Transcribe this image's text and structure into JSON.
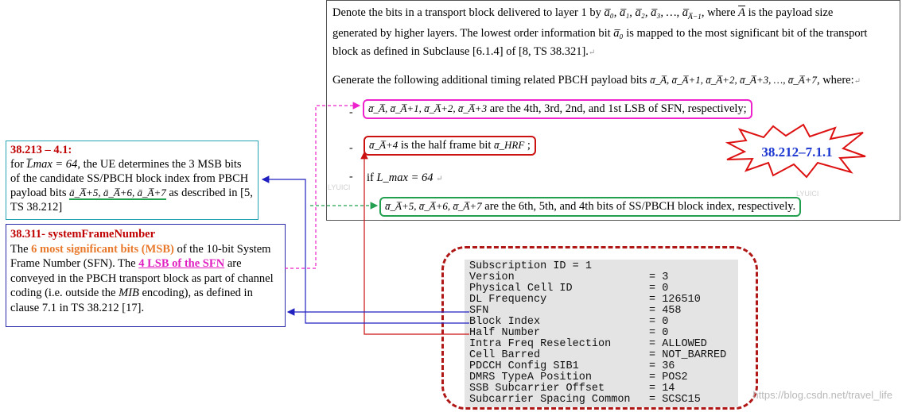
{
  "spec": {
    "p1_l1a": "Denote the bits in a transport block delivered to layer 1 by",
    "p1_seq": "a̅₀, a̅₁, a̅₂, a̅₃, …, a̅",
    "p1_seq_sub": "A̅−1",
    "p1_l1b": ", where",
    "p1_Abar": "A",
    "p1_l1c": "is the payload size",
    "p1_l2a": "generated by higher layers. The lowest order information bit",
    "p1_a0": "a̅₀",
    "p1_l2b": "is mapped to the most significant bit of the transport",
    "p1_l3": "block as defined in Subclause [6.1.4] of [8, TS 38.321].",
    "p2_a": "Generate the following additional timing related PBCH payload bits",
    "p2_seq": "a̅_A̅, a̅_A̅+1, a̅_A̅+2, a̅_A̅+3, …, a̅_A̅+7",
    "p2_b": ", where:",
    "item_sfn_bits": "a̅_A̅, a̅_A̅+1, a̅_A̅+2, a̅_A̅+3",
    "item_sfn_text_pre": "are the 4",
    "item_sfn_text": "th, 3rd, 2nd, and 1st LSB of SFN, respectively;",
    "item_half_bit": "a̅_A̅+4",
    "item_half_text": "is the half frame bit",
    "item_half_hrf": "a̅_HRF",
    "item_if": "if",
    "item_lmax": "L_max = 64",
    "item_ssb_bits": "a̅_A̅+5, a̅_A̅+6, a̅_A̅+7",
    "item_ssb_text": "are the 6th, 5th, and 4th bits of SS/PBCH block index, respectively."
  },
  "burst_label": "38.212–7.1.1",
  "box_213": {
    "title": "38.213 – 4.1:",
    "text_a": "for",
    "lmax": "L̅max = 64",
    "text_b": ", the UE determines  the 3 MSB bits of the candidate  SS/PBCH block index  from PBCH payload bits",
    "bits": "ā_A̅+5, ā_A̅+6, ā_A̅+7",
    "text_c": "as described in [5, TS 38.212]"
  },
  "box_311": {
    "title": "38.311- systemFrameNumber",
    "t1": "The",
    "msb": "6 most significant bits (MSB)",
    "t2": "of the 10-bit System Frame Number (SFN). The",
    "lsb": "4 LSB of the SFN",
    "t3": "are conveyed in the PBCH transport block as part of channel coding (i.e. outside the",
    "mib": "MIB",
    "t4": "encoding),  as defined in clause 7.1 in TS 38.212 [17]."
  },
  "mib_header": "Subscription ID = 1",
  "mib_rows": [
    {
      "key": "Version",
      "value": "3"
    },
    {
      "key": "Physical Cell ID",
      "value": "0"
    },
    {
      "key": "DL Frequency",
      "value": "126510"
    },
    {
      "key": "SFN",
      "value": "458"
    },
    {
      "key": "Block Index",
      "value": "0"
    },
    {
      "key": "Half Number",
      "value": "0"
    },
    {
      "key": "Intra Freq Reselection",
      "value": "ALLOWED"
    },
    {
      "key": "Cell Barred",
      "value": "NOT_BARRED"
    },
    {
      "key": "PDCCH Config SIB1",
      "value": "36"
    },
    {
      "key": "DMRS TypeA Position",
      "value": "POS2"
    },
    {
      "key": "SSB Subcarrier Offset",
      "value": "14"
    },
    {
      "key": "Subcarrier Spacing Common",
      "value": "SCSC15"
    }
  ],
  "watermark": "https://blog.csdn.net/travel_life",
  "colors": {
    "magenta": "#ee22cc",
    "red": "#cc1111",
    "green": "#22a050",
    "blue": "#2020c0",
    "teal": "#26a3b5"
  }
}
